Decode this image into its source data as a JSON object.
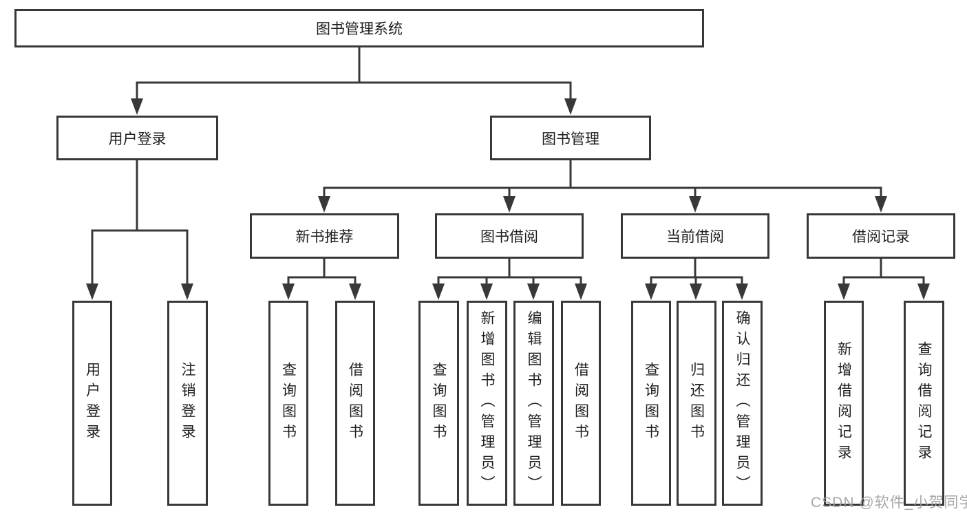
{
  "tree": {
    "label": "图书管理系统",
    "children": [
      {
        "label": "用户登录",
        "children": [
          {
            "label": "用户登录"
          },
          {
            "label": "注销登录"
          }
        ]
      },
      {
        "label": "图书管理",
        "children": [
          {
            "label": "新书推荐",
            "children": [
              {
                "label": "查询图书"
              },
              {
                "label": "借阅图书"
              }
            ]
          },
          {
            "label": "图书借阅",
            "children": [
              {
                "label": "查询图书"
              },
              {
                "label": "新增图书（管理员）"
              },
              {
                "label": "编辑图书（管理员）"
              },
              {
                "label": "借阅图书"
              }
            ]
          },
          {
            "label": "当前借阅",
            "children": [
              {
                "label": "查询图书"
              },
              {
                "label": "归还图书"
              },
              {
                "label": "确认归还（管理员）"
              }
            ]
          },
          {
            "label": "借阅记录",
            "children": [
              {
                "label": "新增借阅记录"
              },
              {
                "label": "查询借阅记录"
              }
            ]
          }
        ]
      }
    ]
  },
  "watermark": "CSDN @软件_小贺同学",
  "colors": {
    "line": "#383838",
    "box_border": "#383838",
    "text": "#1f1f1f",
    "watermark": "#9e9e9e",
    "background": "#ffffff"
  }
}
